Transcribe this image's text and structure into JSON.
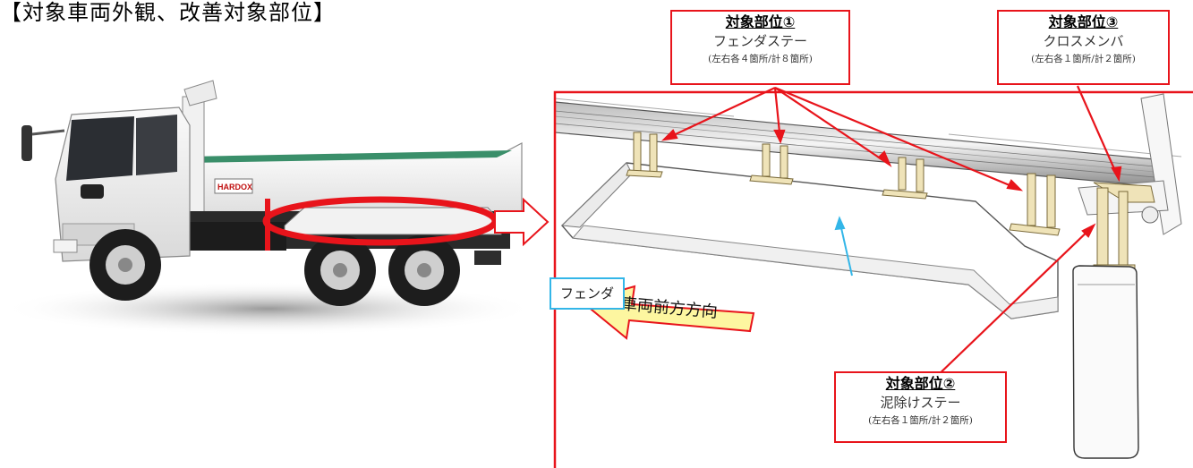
{
  "title": "【対象車両外観、改善対象部位】",
  "truck": {
    "brand_plate": "HARDOX"
  },
  "callouts": {
    "part1": {
      "heading": "対象部位①",
      "name": "フェンダステー",
      "note": "(左右各４箇所/計８箇所)"
    },
    "part2": {
      "heading": "対象部位②",
      "name": "泥除けステー",
      "note": "(左右各１箇所/計２箇所)"
    },
    "part3": {
      "heading": "対象部位③",
      "name": "クロスメンバ",
      "note": "(左右各１箇所/計２箇所)"
    }
  },
  "fender_label": "フェンダ",
  "direction_label": "車両前方方向",
  "colors": {
    "callout_border": "#e8141b",
    "leader_line": "#e8141b",
    "fender_label_border": "#33b6e8",
    "arrow_fill": "#fdf6a0",
    "stay_fill": "#efe3b8"
  }
}
